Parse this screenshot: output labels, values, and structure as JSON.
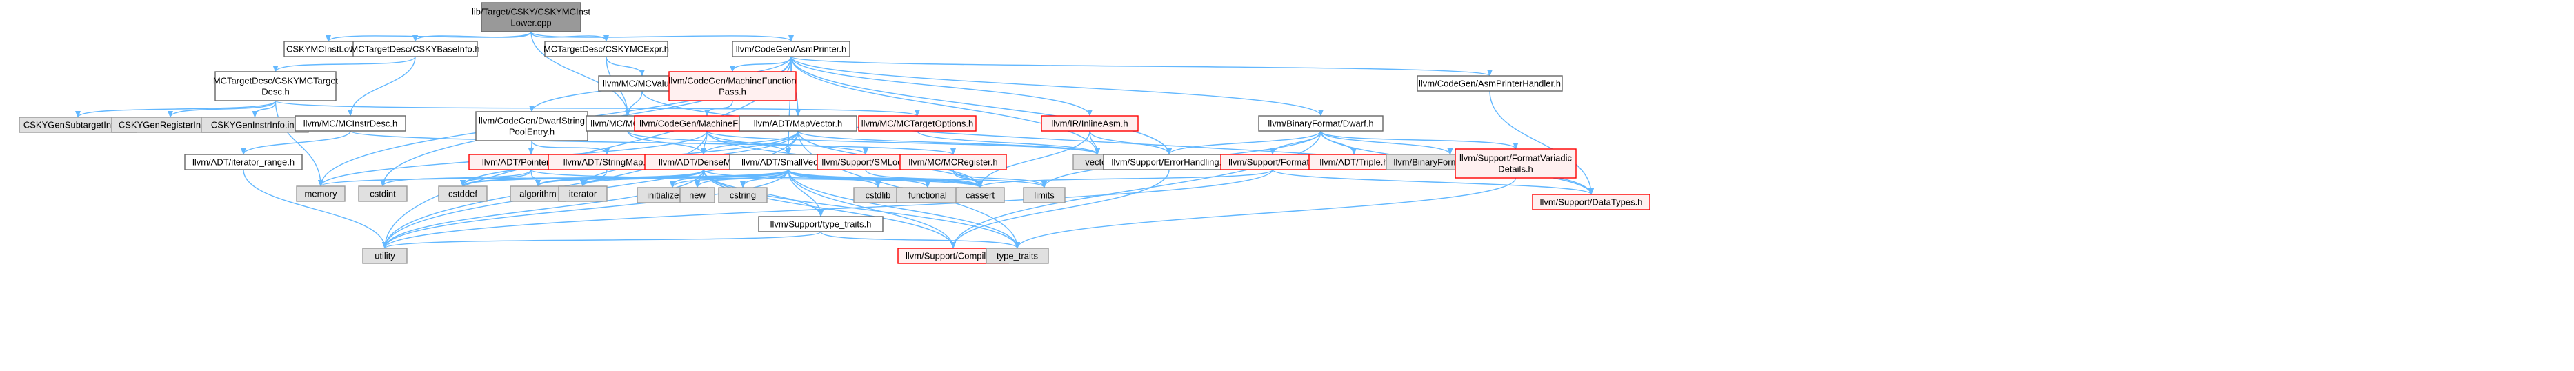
{
  "colors": {
    "root_fill": "#999999",
    "normal_fill": "#ffffff",
    "normal_stroke": "#666666",
    "system_fill": "#e0e0e0",
    "system_stroke": "#999999",
    "missing_fill": "#fff0f0",
    "missing_stroke": "#ff0000",
    "edge": "#63b8ff",
    "text": "#000000"
  },
  "nodes": [
    {
      "id": "root",
      "type": "root",
      "lines": [
        "lib/Target/CSKY/CSKYMCInst",
        "Lower.cpp"
      ]
    },
    {
      "id": "csky_mcinstlower",
      "type": "normal",
      "lines": [
        "CSKYMCInstLower.h"
      ]
    },
    {
      "id": "csky_baseinfo",
      "type": "normal",
      "lines": [
        "MCTargetDesc/CSKYBaseInfo.h"
      ]
    },
    {
      "id": "csky_mcexpr",
      "type": "normal",
      "lines": [
        "MCTargetDesc/CSKYMCExpr.h"
      ]
    },
    {
      "id": "asmprinter",
      "type": "normal",
      "lines": [
        "llvm/CodeGen/AsmPrinter.h"
      ]
    },
    {
      "id": "csky_targetdesc",
      "type": "normal",
      "lines": [
        "MCTargetDesc/CSKYMCTarget",
        "Desc.h"
      ]
    },
    {
      "id": "mcvalue",
      "type": "normal",
      "lines": [
        "llvm/MC/MCValue.h"
      ]
    },
    {
      "id": "mfpass",
      "type": "missing",
      "lines": [
        "llvm/CodeGen/MachineFunction",
        "Pass.h"
      ]
    },
    {
      "id": "asmprinterhandler",
      "type": "normal",
      "lines": [
        "llvm/CodeGen/AsmPrinterHandler.h"
      ]
    },
    {
      "id": "subtargetinfo_inc",
      "type": "system",
      "lines": [
        "CSKYGenSubtargetInfo.inc"
      ]
    },
    {
      "id": "registerinfo_inc",
      "type": "system",
      "lines": [
        "CSKYGenRegisterInfo.inc"
      ]
    },
    {
      "id": "instrinfo_inc",
      "type": "system",
      "lines": [
        "CSKYGenInstrInfo.inc"
      ]
    },
    {
      "id": "mcinstrdesc",
      "type": "normal",
      "lines": [
        "llvm/MC/MCInstrDesc.h"
      ]
    },
    {
      "id": "dwarfstringpool",
      "type": "normal",
      "lines": [
        "llvm/CodeGen/DwarfString",
        "PoolEntry.h"
      ]
    },
    {
      "id": "mcexpr",
      "type": "normal",
      "lines": [
        "llvm/MC/MCExpr.h"
      ]
    },
    {
      "id": "machinefunction",
      "type": "missing",
      "lines": [
        "llvm/CodeGen/MachineFunction.h"
      ]
    },
    {
      "id": "mapvector",
      "type": "normal",
      "lines": [
        "llvm/ADT/MapVector.h"
      ]
    },
    {
      "id": "mctargetoptions",
      "type": "missing",
      "lines": [
        "llvm/MC/MCTargetOptions.h"
      ]
    },
    {
      "id": "inlineasm",
      "type": "missing",
      "lines": [
        "llvm/IR/InlineAsm.h"
      ]
    },
    {
      "id": "dwarf",
      "type": "normal",
      "lines": [
        "llvm/BinaryFormat/Dwarf.h"
      ]
    },
    {
      "id": "iterator_range",
      "type": "normal",
      "lines": [
        "llvm/ADT/iterator_range.h"
      ]
    },
    {
      "id": "pointerunion",
      "type": "missing",
      "lines": [
        "llvm/ADT/PointerUnion.h"
      ]
    },
    {
      "id": "stringmap",
      "type": "missing",
      "lines": [
        "llvm/ADT/StringMap.h"
      ]
    },
    {
      "id": "densemap",
      "type": "missing",
      "lines": [
        "llvm/ADT/DenseMap.h"
      ]
    },
    {
      "id": "smallvector",
      "type": "normal",
      "lines": [
        "llvm/ADT/SmallVector.h"
      ]
    },
    {
      "id": "smloc",
      "type": "missing",
      "lines": [
        "llvm/Support/SMLoc.h"
      ]
    },
    {
      "id": "mcregister",
      "type": "missing",
      "lines": [
        "llvm/MC/MCRegister.h"
      ]
    },
    {
      "id": "vector",
      "type": "system",
      "lines": [
        "vector"
      ]
    },
    {
      "id": "errorhandling",
      "type": "normal",
      "lines": [
        "llvm/Support/ErrorHandling.h"
      ]
    },
    {
      "id": "format",
      "type": "missing",
      "lines": [
        "llvm/Support/Format.h"
      ]
    },
    {
      "id": "triple",
      "type": "missing",
      "lines": [
        "llvm/ADT/Triple.h"
      ]
    },
    {
      "id": "dwarf_def",
      "type": "system",
      "lines": [
        "llvm/BinaryFormat/Dwarf.def"
      ]
    },
    {
      "id": "formatvariadic",
      "type": "missing",
      "lines": [
        "llvm/Support/FormatVariadic",
        "Details.h"
      ]
    },
    {
      "id": "memory",
      "type": "system",
      "lines": [
        "memory"
      ]
    },
    {
      "id": "cstdint",
      "type": "system",
      "lines": [
        "cstdint"
      ]
    },
    {
      "id": "cstddef",
      "type": "system",
      "lines": [
        "cstddef"
      ]
    },
    {
      "id": "algorithm",
      "type": "system",
      "lines": [
        "algorithm"
      ]
    },
    {
      "id": "iterator",
      "type": "system",
      "lines": [
        "iterator"
      ]
    },
    {
      "id": "initializer_list",
      "type": "system",
      "lines": [
        "initializer_list"
      ]
    },
    {
      "id": "new",
      "type": "system",
      "lines": [
        "new"
      ]
    },
    {
      "id": "cstring",
      "type": "system",
      "lines": [
        "cstring"
      ]
    },
    {
      "id": "cstdlib",
      "type": "system",
      "lines": [
        "cstdlib"
      ]
    },
    {
      "id": "functional",
      "type": "system",
      "lines": [
        "functional"
      ]
    },
    {
      "id": "cassert",
      "type": "system",
      "lines": [
        "cassert"
      ]
    },
    {
      "id": "limits",
      "type": "system",
      "lines": [
        "limits"
      ]
    },
    {
      "id": "datatypes",
      "type": "missing",
      "lines": [
        "llvm/Support/DataTypes.h"
      ]
    },
    {
      "id": "type_traits_h",
      "type": "normal",
      "lines": [
        "llvm/Support/type_traits.h"
      ]
    },
    {
      "id": "utility",
      "type": "system",
      "lines": [
        "utility"
      ]
    },
    {
      "id": "compiler",
      "type": "missing",
      "lines": [
        "llvm/Support/Compiler.h"
      ]
    },
    {
      "id": "type_traits",
      "type": "system",
      "lines": [
        "type_traits"
      ]
    }
  ],
  "edges": [
    [
      "root",
      "csky_mcinstlower"
    ],
    [
      "root",
      "csky_baseinfo"
    ],
    [
      "root",
      "csky_mcexpr"
    ],
    [
      "root",
      "asmprinter"
    ],
    [
      "root",
      "mcexpr"
    ],
    [
      "csky_baseinfo",
      "csky_targetdesc"
    ],
    [
      "csky_baseinfo",
      "mcinstrdesc"
    ],
    [
      "csky_mcexpr",
      "mcexpr"
    ],
    [
      "csky_mcexpr",
      "mcvalue"
    ],
    [
      "asmprinter",
      "mfpass"
    ],
    [
      "asmprinter",
      "asmprinterhandler"
    ],
    [
      "asmprinter",
      "dwarfstringpool"
    ],
    [
      "asmprinter",
      "mapvector"
    ],
    [
      "asmprinter",
      "smallvector"
    ],
    [
      "asmprinter",
      "inlineasm"
    ],
    [
      "asmprinter",
      "dwarf"
    ],
    [
      "asmprinter",
      "errorhandling"
    ],
    [
      "asmprinter",
      "memory"
    ],
    [
      "asmprinter",
      "utility"
    ],
    [
      "asmprinter",
      "vector"
    ],
    [
      "asmprinter",
      "cstdint"
    ],
    [
      "csky_targetdesc",
      "subtargetinfo_inc"
    ],
    [
      "csky_targetdesc",
      "registerinfo_inc"
    ],
    [
      "csky_targetdesc",
      "instrinfo_inc"
    ],
    [
      "csky_targetdesc",
      "memory"
    ],
    [
      "csky_targetdesc",
      "mctargetoptions"
    ],
    [
      "mcvalue",
      "mcexpr"
    ],
    [
      "mcvalue",
      "datatypes"
    ],
    [
      "mfpass",
      "machinefunction"
    ],
    [
      "asmprinterhandler",
      "datatypes"
    ],
    [
      "mcinstrdesc",
      "iterator_range"
    ],
    [
      "mcinstrdesc",
      "mcregister"
    ],
    [
      "dwarfstringpool",
      "pointerunion"
    ],
    [
      "dwarfstringpool",
      "stringmap"
    ],
    [
      "mcexpr",
      "densemap"
    ],
    [
      "mcexpr",
      "smloc"
    ],
    [
      "machinefunction",
      "densemap"
    ],
    [
      "machinefunction",
      "smallvector"
    ],
    [
      "machinefunction",
      "cassert"
    ],
    [
      "machinefunction",
      "memory"
    ],
    [
      "machinefunction",
      "utility"
    ],
    [
      "machinefunction",
      "vector"
    ],
    [
      "mapvector",
      "densemap"
    ],
    [
      "mapvector",
      "smallvector"
    ],
    [
      "mapvector",
      "cassert"
    ],
    [
      "mapvector",
      "cstddef"
    ],
    [
      "mapvector",
      "iterator"
    ],
    [
      "mapvector",
      "type_traits"
    ],
    [
      "mapvector",
      "utility"
    ],
    [
      "mapvector",
      "vector"
    ],
    [
      "mctargetoptions",
      "vector"
    ],
    [
      "inlineasm",
      "errorhandling"
    ],
    [
      "inlineasm",
      "cassert"
    ],
    [
      "inlineasm",
      "vector"
    ],
    [
      "dwarf",
      "errorhandling"
    ],
    [
      "dwarf",
      "format"
    ],
    [
      "dwarf",
      "triple"
    ],
    [
      "dwarf",
      "dwarf_def"
    ],
    [
      "dwarf",
      "formatvariadic"
    ],
    [
      "dwarf",
      "datatypes"
    ],
    [
      "dwarf",
      "limits"
    ],
    [
      "dwarf",
      "compiler"
    ],
    [
      "iterator_range",
      "utility"
    ],
    [
      "pointerunion",
      "cstddef"
    ],
    [
      "pointerunion",
      "cstdint"
    ],
    [
      "pointerunion",
      "algorithm"
    ],
    [
      "pointerunion",
      "cassert"
    ],
    [
      "stringmap",
      "iterator"
    ],
    [
      "densemap",
      "type_traits_h"
    ],
    [
      "densemap",
      "compiler"
    ],
    [
      "densemap",
      "algorithm"
    ],
    [
      "densemap",
      "cassert"
    ],
    [
      "densemap",
      "cstddef"
    ],
    [
      "densemap",
      "initializer_list"
    ],
    [
      "densemap",
      "iterator"
    ],
    [
      "densemap",
      "new"
    ],
    [
      "densemap",
      "type_traits"
    ],
    [
      "densemap",
      "utility"
    ],
    [
      "smallvector",
      "compiler"
    ],
    [
      "smallvector",
      "type_traits_h"
    ],
    [
      "smallvector",
      "algorithm"
    ],
    [
      "smallvector",
      "cassert"
    ],
    [
      "smallvector",
      "cstddef"
    ],
    [
      "smallvector",
      "cstdlib"
    ],
    [
      "smallvector",
      "cstring"
    ],
    [
      "smallvector",
      "functional"
    ],
    [
      "smallvector",
      "initializer_list"
    ],
    [
      "smallvector",
      "iterator"
    ],
    [
      "smallvector",
      "limits"
    ],
    [
      "smallvector",
      "memory"
    ],
    [
      "smallvector",
      "new"
    ],
    [
      "smallvector",
      "type_traits"
    ],
    [
      "smallvector",
      "utility"
    ],
    [
      "smloc",
      "cassert"
    ],
    [
      "mcregister",
      "cassert"
    ],
    [
      "mcregister",
      "limits"
    ],
    [
      "errorhandling",
      "compiler"
    ],
    [
      "format",
      "datatypes"
    ],
    [
      "format",
      "cassert"
    ],
    [
      "format",
      "utility"
    ],
    [
      "formatvariadic",
      "type_traits"
    ],
    [
      "type_traits_h",
      "utility"
    ],
    [
      "type_traits_h",
      "type_traits"
    ]
  ]
}
